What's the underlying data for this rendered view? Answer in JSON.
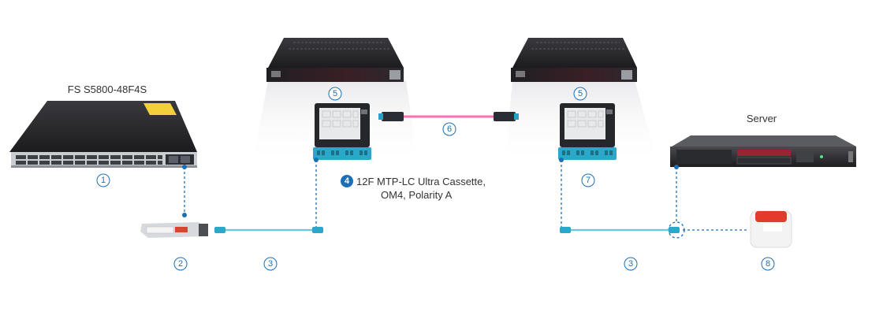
{
  "colors": {
    "callout": "#1c6fb5",
    "aqua_cable": "#67c8e0",
    "pink_trunk": "#ff6fb0",
    "device_dark": "#2b2b2e",
    "port_blue": "#2aa7c9"
  },
  "devices": {
    "switch_label": "FS S5800-48F4S",
    "server_label": "Server"
  },
  "cassette_note": {
    "badge": "4",
    "line1": "12F MTP-LC Ultra Cassette,",
    "line2": "OM4, Polarity A"
  },
  "callouts": {
    "switch": "1",
    "transceiver": "2",
    "patch_left": "3",
    "patch_right": "3",
    "enclosure_left": "5",
    "enclosure_right": "5",
    "trunk": "6",
    "cassette_right": "7",
    "cleaner": "8"
  },
  "icons": [
    "switch-icon",
    "transceiver-icon",
    "patch-cable-icon",
    "enclosure-icon",
    "cassette-icon",
    "trunk-cable-icon",
    "server-icon",
    "cleaner-icon"
  ]
}
